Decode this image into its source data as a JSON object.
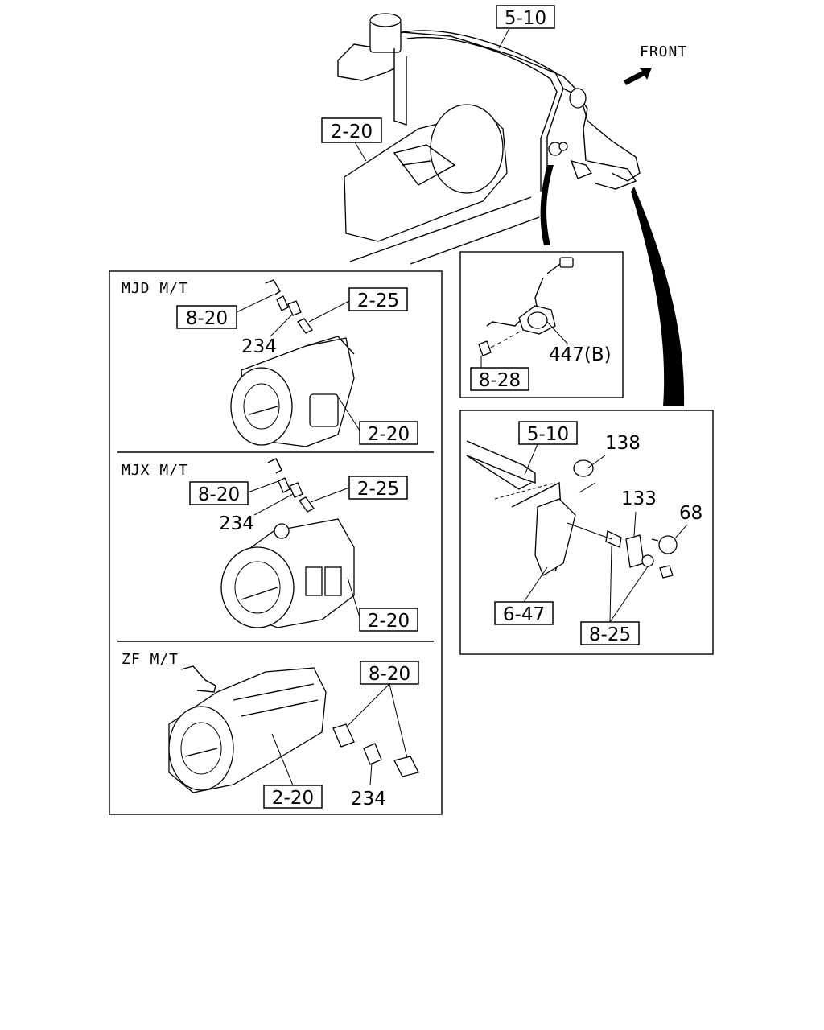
{
  "front_label": "FRONT",
  "sections": {
    "mjd": "MJD M/T",
    "mjx": "MJX M/T",
    "zf": "ZF M/T"
  },
  "refs": {
    "r510_top": "5-10",
    "r220_top": "2-20",
    "mjd_820": "8-20",
    "mjd_225": "2-25",
    "mjd_234": "234",
    "mjd_220": "2-20",
    "mjx_820": "8-20",
    "mjx_225": "2-25",
    "mjx_234": "234",
    "mjx_220": "2-20",
    "zf_820": "8-20",
    "zf_234": "234",
    "zf_220": "2-20",
    "sw_447": "447(B)",
    "sw_828": "8-28",
    "br_510": "5-10",
    "br_138": "138",
    "br_133": "133",
    "br_68": "68",
    "br_647": "6-47",
    "br_825": "8-25"
  }
}
